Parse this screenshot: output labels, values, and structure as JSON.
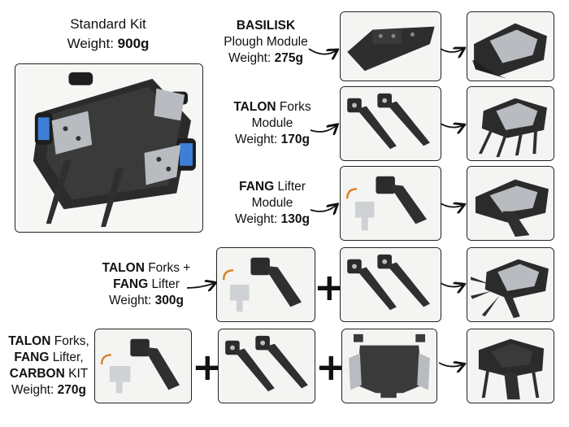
{
  "standard": {
    "title": "Standard Kit",
    "weight_label": "Weight: ",
    "weight_value": "900g"
  },
  "basilisk": {
    "name": "BASILISK",
    "line2": "Plough Module",
    "weight_label": "Weight: ",
    "weight_value": "275g"
  },
  "talon": {
    "name": "TALON",
    "name_suffix": " Forks",
    "line2": "Module",
    "weight_label": "Weight: ",
    "weight_value": "170g"
  },
  "fang": {
    "name": "FANG",
    "name_suffix": " Lifter",
    "line2": "Module",
    "weight_label": "Weight: ",
    "weight_value": "130g"
  },
  "talon_fang": {
    "line1_bold": "TALON",
    "line1_rest": " Forks +",
    "line2_bold": "FANG",
    "line2_rest": " Lifter",
    "weight_label": "Weight: ",
    "weight_value": "300g"
  },
  "talon_fang_carbon": {
    "line1_bold": "TALON",
    "line1_rest": " Forks,",
    "line2_bold": "FANG",
    "line2_rest": " Lifter,",
    "line3_bold": "CARBON",
    "line3_rest": " KIT",
    "weight_label": "Weight: ",
    "weight_value": "270g"
  },
  "plus_symbol": "+",
  "colors": {
    "plastic": "#2b2b2b",
    "metal": "#b8bcc0",
    "carbon": "#3a3a3a",
    "wheel_accent": "#3d7fd6",
    "servo_orange": "#d9822b"
  }
}
